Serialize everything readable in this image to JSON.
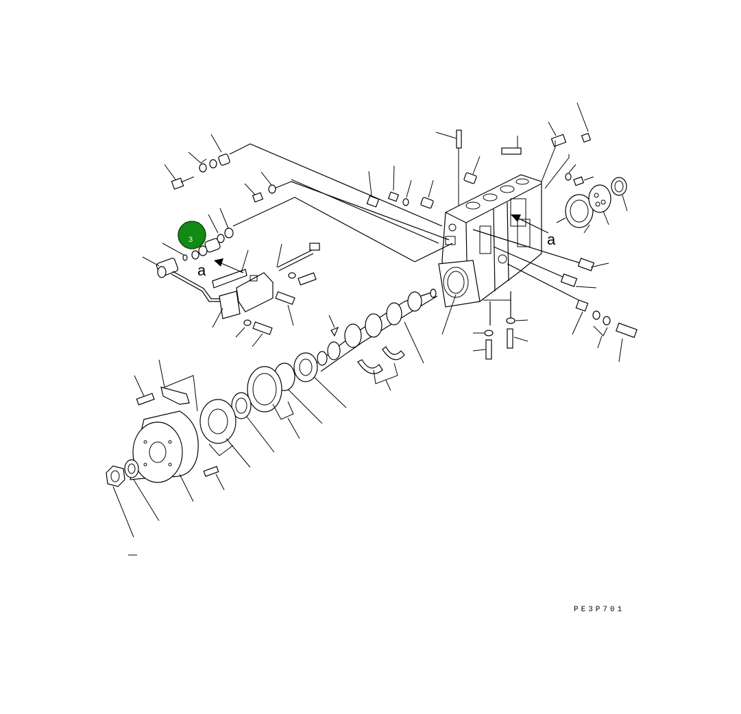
{
  "diagram": {
    "view_labels": [
      "a",
      "a"
    ],
    "callout": {
      "number": "3",
      "color": "#138a13"
    },
    "drawing_code": "PE3P701"
  }
}
